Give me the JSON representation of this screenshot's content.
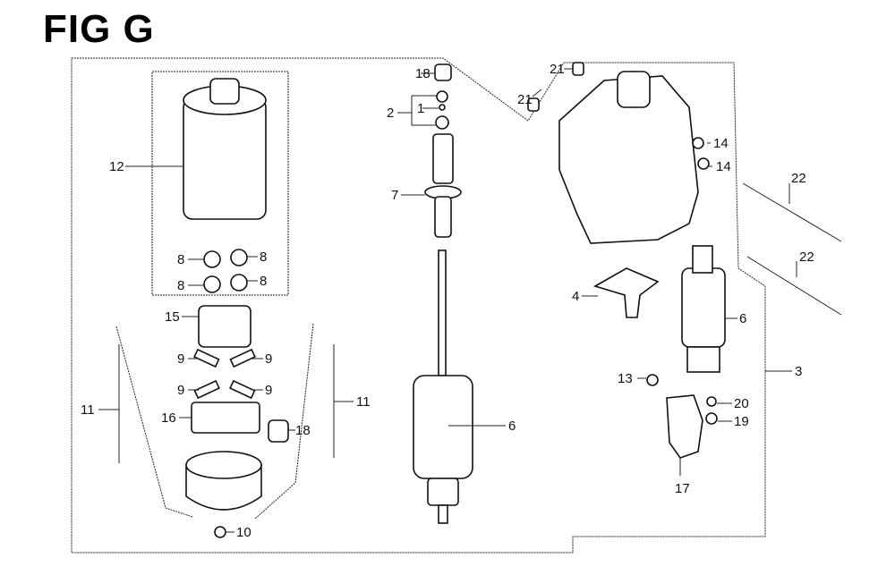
{
  "title": "FIG G",
  "labels": [
    "18",
    "2",
    "1",
    "21",
    "21",
    "12",
    "14",
    "14",
    "7",
    "22",
    "22",
    "8",
    "8",
    "8",
    "8",
    "4",
    "6",
    "15",
    "9",
    "9",
    "9",
    "9",
    "3",
    "11",
    "11",
    "13",
    "16",
    "18",
    "6",
    "20",
    "19",
    "17",
    "10"
  ]
}
